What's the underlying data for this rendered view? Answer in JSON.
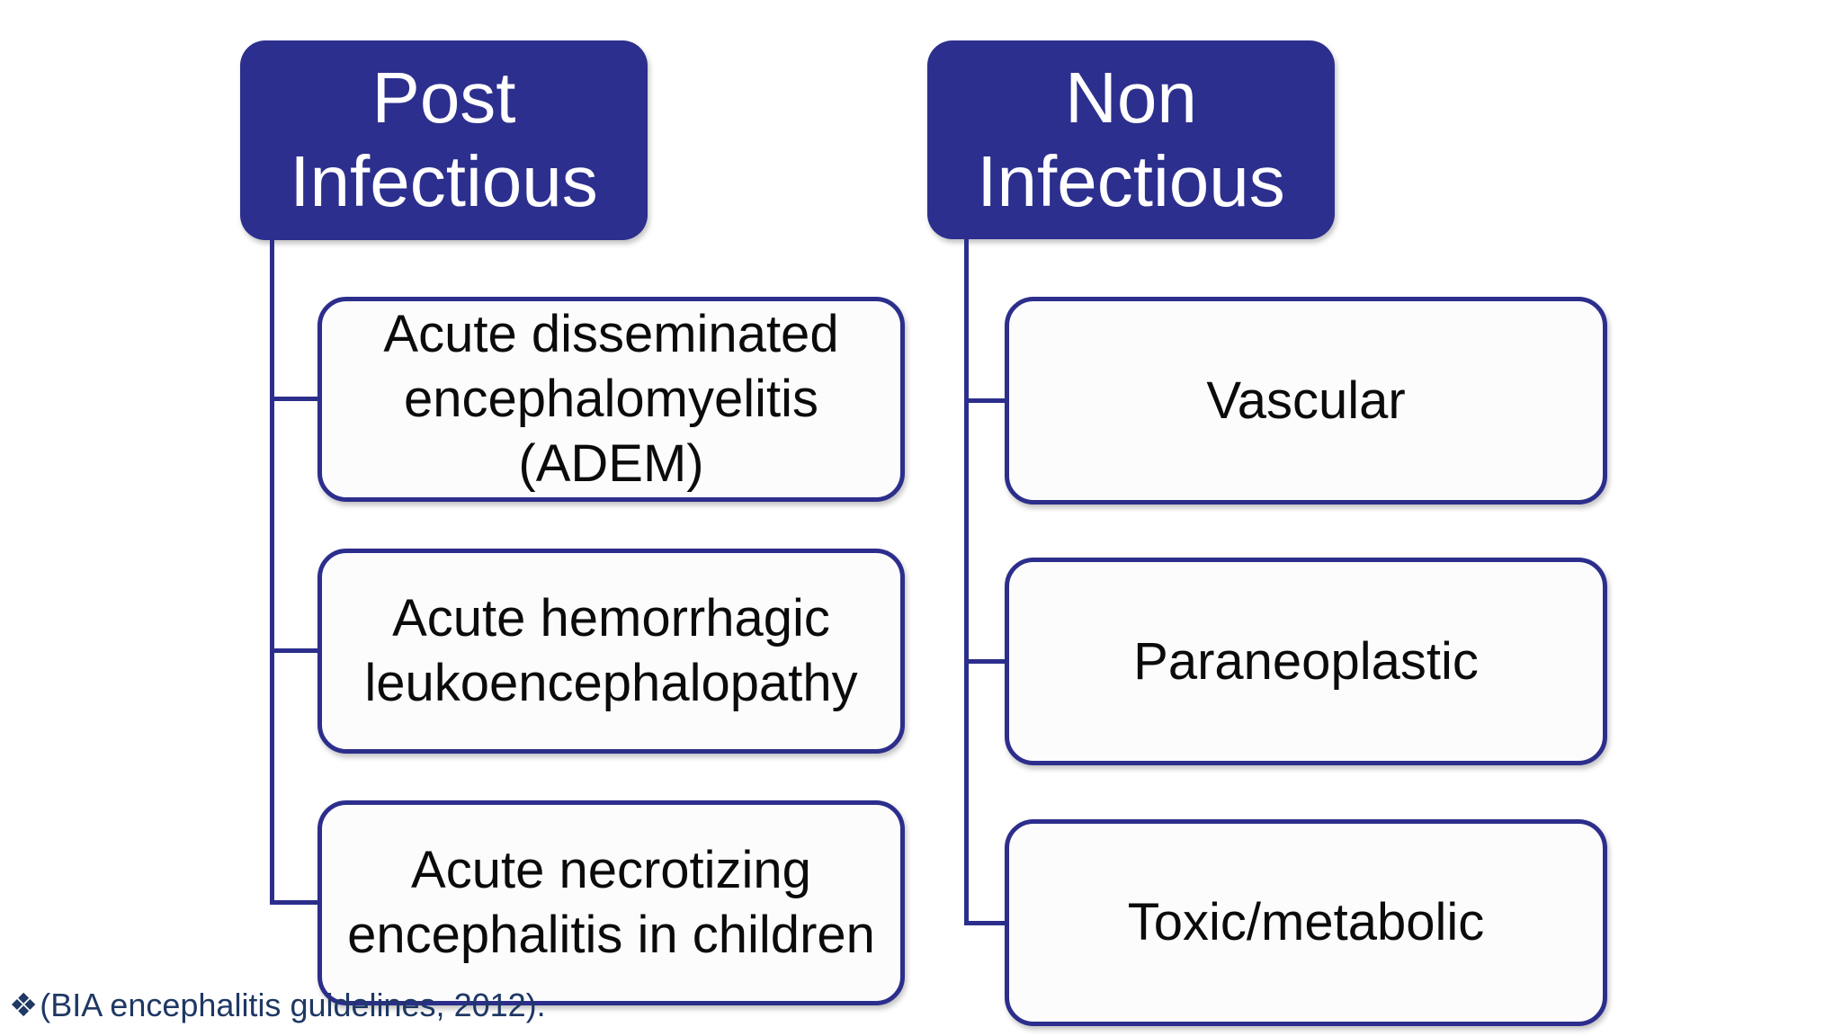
{
  "diagram": {
    "colors": {
      "accent": "#2d2f8e",
      "line": "#2c2e8c",
      "box-fill": "#fcfcfd",
      "box-text": "#0b0b0b",
      "header-text": "#ffffff",
      "footnote": "#1f3864",
      "bg": "#ffffff"
    },
    "columns": [
      {
        "header": "Post Infectious",
        "children": [
          "Acute disseminated encephalomyelitis (ADEM)",
          "Acute hemorrhagic leukoencephalopathy",
          "Acute necrotizing encephalitis in children"
        ]
      },
      {
        "header": "Non Infectious",
        "children": [
          "Vascular",
          "Paraneoplastic",
          "Toxic/metabolic"
        ]
      }
    ]
  },
  "footnote": {
    "bullet": "❖",
    "text": "(BIA encephalitis guidelines, 2012)."
  }
}
